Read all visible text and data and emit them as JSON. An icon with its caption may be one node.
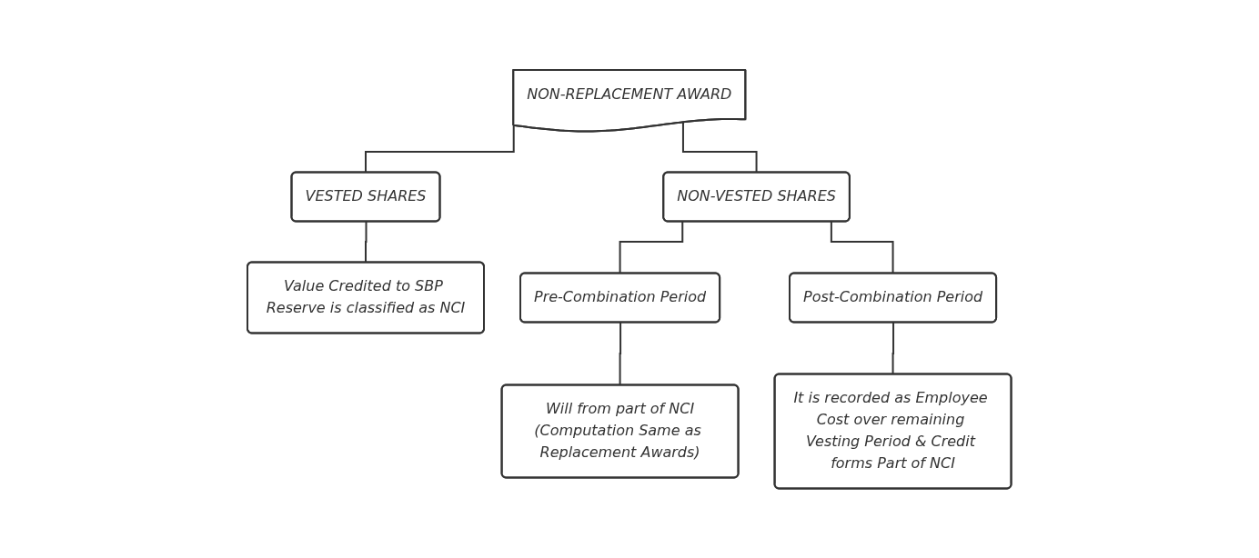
{
  "diagram": {
    "nodes": [
      {
        "text": [
          "NON-REPLACEMENT AWARD"
        ]
      },
      {
        "text": [
          "VESTED SHARES"
        ]
      },
      {
        "text": [
          "NON-VESTED SHARES"
        ]
      },
      {
        "text": [
          "Value Credited to SBP Reserve is classified as NCI"
        ]
      },
      {
        "text": [
          "Pre-Combination Period"
        ]
      },
      {
        "text": [
          "Post-Combination Period"
        ]
      },
      {
        "text": [
          "Will from part of NCI",
          "(Computation Same as Replacement Awards)"
        ]
      },
      {
        "text": [
          "It is recorded as Employee Cost over remaining Vesting Period & Credit forms Part of NCI"
        ]
      }
    ],
    "edges": [
      {
        "from": 0,
        "to": 1,
        "arrow": "none"
      },
      {
        "from": 0,
        "to": 2,
        "arrow": "none"
      },
      {
        "from": 1,
        "to": 3,
        "arrow": "none"
      },
      {
        "from": 2,
        "to": 4,
        "arrow": "none"
      },
      {
        "from": 2,
        "to": 5,
        "arrow": "none"
      },
      {
        "from": 4,
        "to": 6,
        "arrow": "none"
      },
      {
        "from": 5,
        "to": 7,
        "arrow": "none"
      }
    ]
  }
}
